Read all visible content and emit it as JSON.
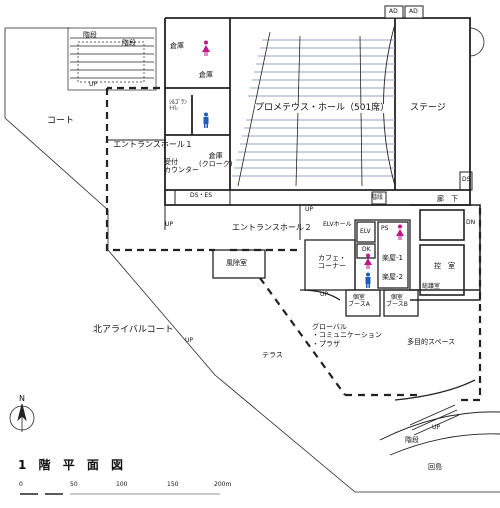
{
  "title": "1 階 平 面 図",
  "compass": "N",
  "scale": {
    "ticks": [
      "0",
      "50",
      "100",
      "150",
      "200m"
    ]
  },
  "colors": {
    "line": "#222222",
    "seat": "#9aa0c8",
    "female": "#c2188a",
    "male": "#1a5fb4",
    "floor": "#ffffff"
  },
  "rooms": {
    "stair_top": "階段",
    "stair_top2": "階段",
    "storage_top": "倉庫",
    "storage_mid": "倉庫",
    "court": "コート",
    "accessible_wc": "ｼﾙｺﾞﾗﾝ\nﾄｲﾚ",
    "entrance_hall_1": "エントランスホール１",
    "reception": "受付\nカウンター",
    "cloak": "倉庫\n(クローク)",
    "hall": "プロメテウス・ホール（501席）",
    "stage": "ステージ",
    "ds_es": "DS・ES",
    "ds_right": "DS",
    "ad1": "AD",
    "ad2": "AD",
    "stair_small": "階段",
    "corridor": "廊　下",
    "entrance_hall_2": "エントランスホール２",
    "elv_hall": "ELVホール",
    "elv": "ELV",
    "ps": "PS",
    "dk": "DK",
    "wind_room": "風除室",
    "cafe": "カフェ・\nコーナー",
    "dressing_1": "楽屋-1",
    "dressing_2": "楽屋-2",
    "control_room": "控　室",
    "mgmt": "総議室",
    "booth_a": "個室\nブースA",
    "booth_b": "個室\nブースB",
    "global_plaza": "グローバル\n・コミュニケーション\n・プラザ",
    "multipurpose": "多目的スペース",
    "north_court": "北アライバルコート",
    "terrace": "テラス",
    "stair_bottom": "階段",
    "roundabout": "回島",
    "up_labels": [
      "UP",
      "UP",
      "UP",
      "UP",
      "UP",
      "UP"
    ],
    "dn_label": "DN"
  }
}
